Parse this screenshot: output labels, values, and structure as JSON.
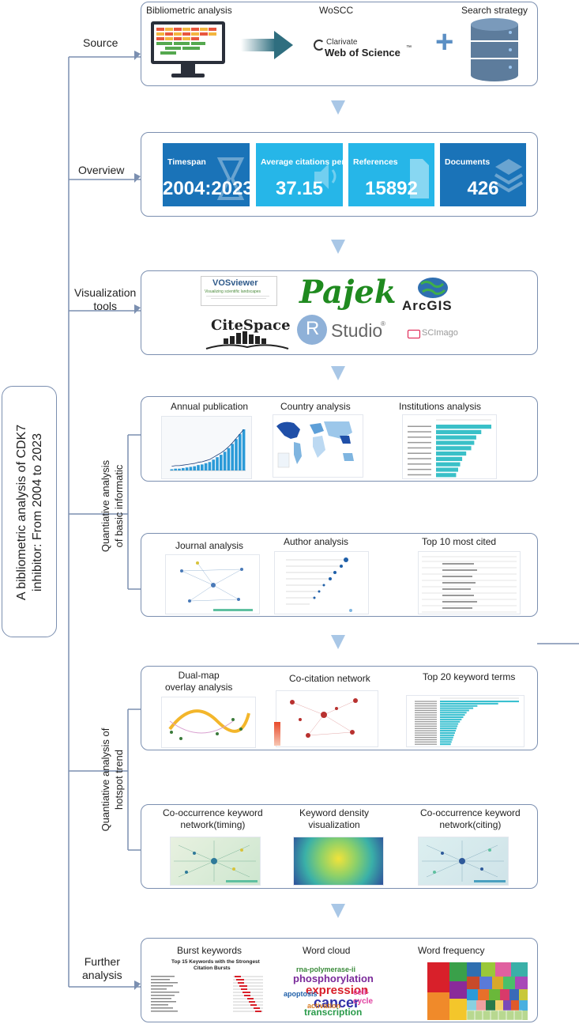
{
  "main_title": {
    "line1": "A bibliometric  analysis of CDK7",
    "line2": "inhibitor: From 2004 to 2023"
  },
  "stages": {
    "source": "Source",
    "overview": "Overview",
    "visualization": {
      "line1": "Visualization",
      "line2": "tools"
    },
    "further": {
      "line1": "Further",
      "line2": "analysis"
    }
  },
  "groups": {
    "basic": {
      "line1": "Quantiative analysis",
      "line2": "of basic informatic"
    },
    "hotspot": {
      "line1": "Quantiative analysis of",
      "line2": "hotspot trend"
    }
  },
  "source_panel": {
    "bibliometric": "Bibliometric analysis",
    "wos": "WoSCC",
    "search": "Search strategy",
    "clarivate": "Clarivate",
    "web_of_science": "Web of Science",
    "tm": "™",
    "plus": "+"
  },
  "overview_tiles": [
    {
      "title": "Timespan",
      "value": "2004:2023",
      "color": "#1a73b8"
    },
    {
      "title": "Average citations per doc",
      "value": "37.15",
      "color": "#26b6e8"
    },
    {
      "title": "References",
      "value": "15892",
      "color": "#26b6e8"
    },
    {
      "title": "Documents",
      "value": "426",
      "color": "#1a73b8"
    }
  ],
  "tools": {
    "vosviewer": "VOSviewer",
    "vos_sub": "Visualizing scientific landscapes",
    "pajek": "Pajek",
    "arcgis": "ArcGIS",
    "citespace": "CiteSpace",
    "r": "R",
    "studio": "Studio",
    "reg": "®",
    "scimago": "SCImago"
  },
  "basic_panel_1": {
    "annual": "Annual publication",
    "country": "Country analysis",
    "institutions": "Institutions analysis"
  },
  "basic_panel_2": {
    "journal": "Journal analysis",
    "author": "Author analysis",
    "top10": "Top 10 most cited"
  },
  "hotspot_panel_1": {
    "dual1": "Dual-map",
    "dual2": "overlay analysis",
    "cocitation": "Co-citation network",
    "top20": "Top 20  keyword terms"
  },
  "hotspot_panel_2": {
    "cooc_timing1": "Co-occurrence keyword",
    "cooc_timing2": "network(timing)",
    "density1": "Keyword density",
    "density2": "visualization",
    "cooc_citing1": "Co-occurrence keyword",
    "cooc_citing2": "network(citing)"
  },
  "further_panel": {
    "burst": "Burst keywords",
    "wordcloud": "Word cloud",
    "wordfreq": "Word frequency",
    "burst_title1": "Top 15 Keywords with the Strongest",
    "burst_title2": "Citation Bursts",
    "cloud_words": [
      "rna-polymerase-ii",
      "phosphorylation",
      "expression",
      "cancer",
      "cell-cycle",
      "apoptosis",
      "transcription",
      "activation"
    ]
  },
  "chart_data": {
    "type": "bar",
    "annual_bars": [
      2,
      3,
      3,
      4,
      5,
      6,
      7,
      9,
      10,
      12,
      14,
      18,
      22,
      26,
      31,
      37,
      44,
      52,
      60,
      68
    ],
    "institution_bars": [
      55,
      45,
      40,
      38,
      35,
      30,
      26,
      24,
      22,
      20
    ],
    "keyword_bars": [
      95,
      70,
      45,
      40,
      35,
      32,
      30,
      28,
      26,
      24,
      22,
      21,
      20,
      19,
      18,
      17,
      16,
      15,
      14,
      13
    ]
  }
}
